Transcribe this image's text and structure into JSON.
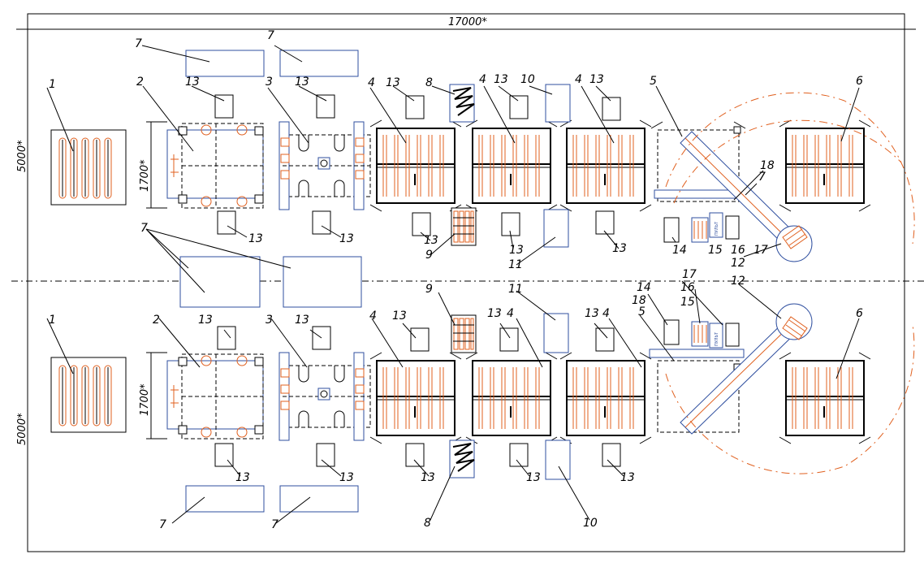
{
  "dimensions": {
    "overall_width": "17000*",
    "upper_height": "5000*",
    "lower_height": "5000*",
    "unit_height_upper": "1700*",
    "unit_height_lower": "1700*"
  },
  "colors": {
    "line": "#000000",
    "equipment_blue": "#2f4f9f",
    "accent_orange": "#e0601f"
  },
  "labels": {
    "n1": "1",
    "n2": "2",
    "n3": "3",
    "n4": "4",
    "n5": "5",
    "n6": "6",
    "n7": "7",
    "n8": "8",
    "n9": "9",
    "n10": "10",
    "n11": "11",
    "n12": "12",
    "n13": "13",
    "n14": "14",
    "n15": "15",
    "n16": "16",
    "n17": "17",
    "n18": "18"
  },
  "panel_text": "ПУЛЬТ"
}
